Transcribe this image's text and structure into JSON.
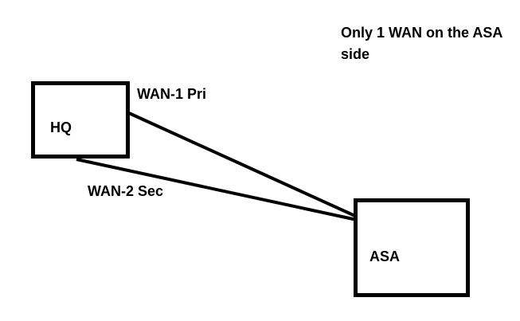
{
  "diagram": {
    "background_color": "#ffffff",
    "ink_color": "#000000",
    "annotation": {
      "text": "Only 1 WAN on the ASA side"
    },
    "nodes": [
      {
        "id": "hq",
        "label": "HQ"
      },
      {
        "id": "asa",
        "label": "ASA"
      }
    ],
    "links": [
      {
        "id": "wan1",
        "label": "WAN-1 Pri",
        "from": "hq",
        "to": "asa"
      },
      {
        "id": "wan2",
        "label": "WAN-2 Sec",
        "from": "hq",
        "to": "asa"
      }
    ]
  }
}
